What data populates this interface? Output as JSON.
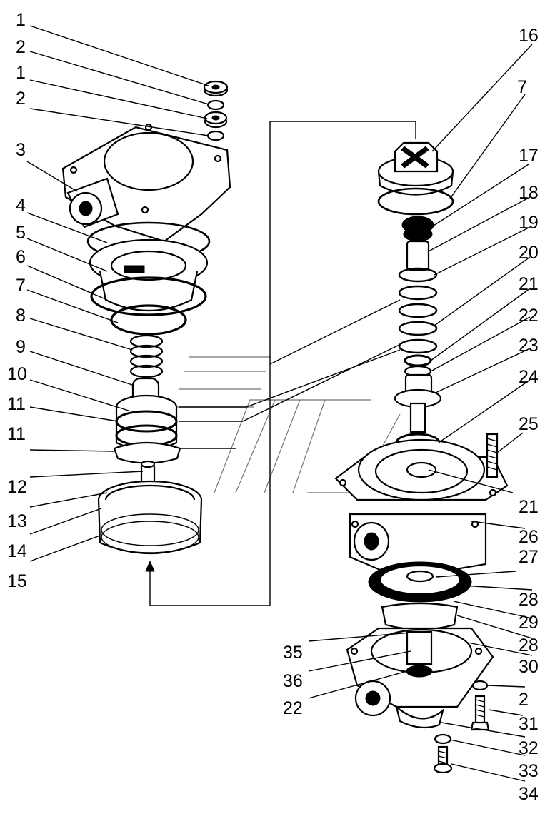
{
  "diagram": {
    "left_labels": [
      "1",
      "2",
      "1",
      "2",
      "3",
      "4",
      "5",
      "6",
      "7",
      "8",
      "9",
      "10",
      "11",
      "11",
      "12",
      "13",
      "14",
      "15"
    ],
    "right_labels": [
      "16",
      "7",
      "17",
      "18",
      "19",
      "20",
      "21",
      "22",
      "23",
      "24",
      "25",
      "21",
      "26",
      "27",
      "28",
      "29",
      "28",
      "30",
      "2",
      "31",
      "32",
      "33",
      "34"
    ],
    "bottom_left_labels": [
      "35",
      "36",
      "22"
    ]
  }
}
